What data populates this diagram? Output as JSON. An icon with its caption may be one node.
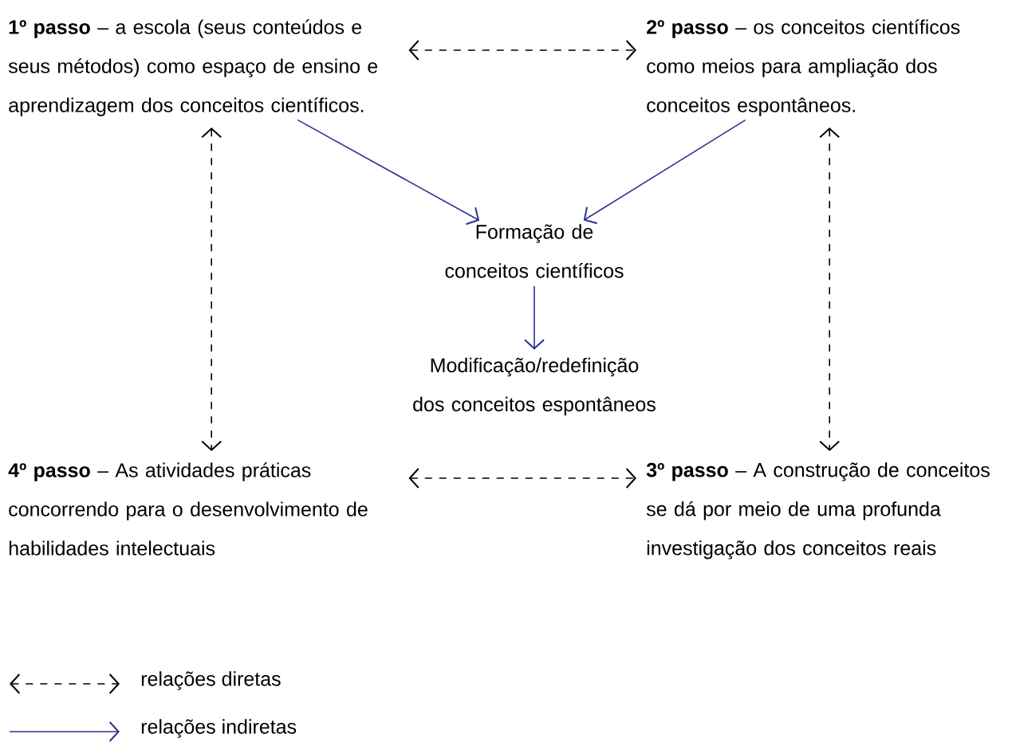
{
  "diagram": {
    "nodes": [
      {
        "text": [
          "**1º passo** – a escola (seus conteúdos e seus métodos) como espaço de ensino e aprendizagem dos conceitos científicos."
        ]
      },
      {
        "text": [
          "**2º passo** – os conceitos científicos como meios para ampliação dos conceitos espontâneos."
        ]
      },
      {
        "text": [
          "Formação de conceitos científicos"
        ]
      },
      {
        "text": [
          "Modificação/redefinição dos conceitos espontâneos"
        ]
      },
      {
        "text": [
          "**4º passo** – As atividades práticas concorrendo para o desenvolvimento de habilidades intelectuais"
        ]
      },
      {
        "text": [
          "**3º passo** – A construção de conceitos  se dá por meio de uma profunda investigação dos conceitos reais"
        ]
      }
    ],
    "edges": [
      {
        "from": 0,
        "to": 1,
        "arrow": "both",
        "style": "dashed"
      },
      {
        "from": 0,
        "to": 2,
        "arrow": "to",
        "color": "#2e3192"
      },
      {
        "from": 1,
        "to": 2,
        "arrow": "to",
        "color": "#2e3192"
      },
      {
        "from": 2,
        "to": 3,
        "arrow": "to",
        "color": "#2e3192"
      },
      {
        "from": 0,
        "to": 4,
        "arrow": "both",
        "style": "dashed"
      },
      {
        "from": 1,
        "to": 5,
        "arrow": "both",
        "style": "dashed"
      },
      {
        "from": 4,
        "to": 5,
        "arrow": "both",
        "style": "dashed"
      }
    ],
    "legend": [
      {
        "text": "relações diretas"
      },
      {
        "text": "relações indiretas"
      }
    ]
  }
}
